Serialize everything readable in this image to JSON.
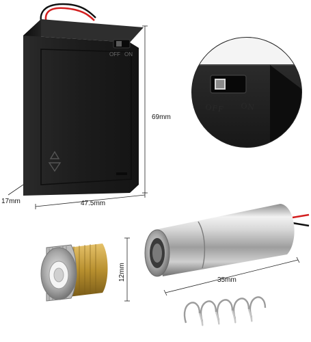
{
  "dimensions": {
    "height": "69mm",
    "depth": "17mm",
    "width": "47.5mm",
    "cap_diameter": "12mm",
    "module_length": "35mm"
  },
  "switch_labels": {
    "off": "OFF",
    "on": "ON",
    "zoom_off": "OFF",
    "zoom_on": "ON"
  },
  "colors": {
    "battery_box": "#1e1e1e",
    "wire_red": "#d31f1f",
    "wire_black": "#111111",
    "metal": "#c9c9c9",
    "brass": "#b8902f"
  },
  "icons": [
    "recycle-icon"
  ]
}
